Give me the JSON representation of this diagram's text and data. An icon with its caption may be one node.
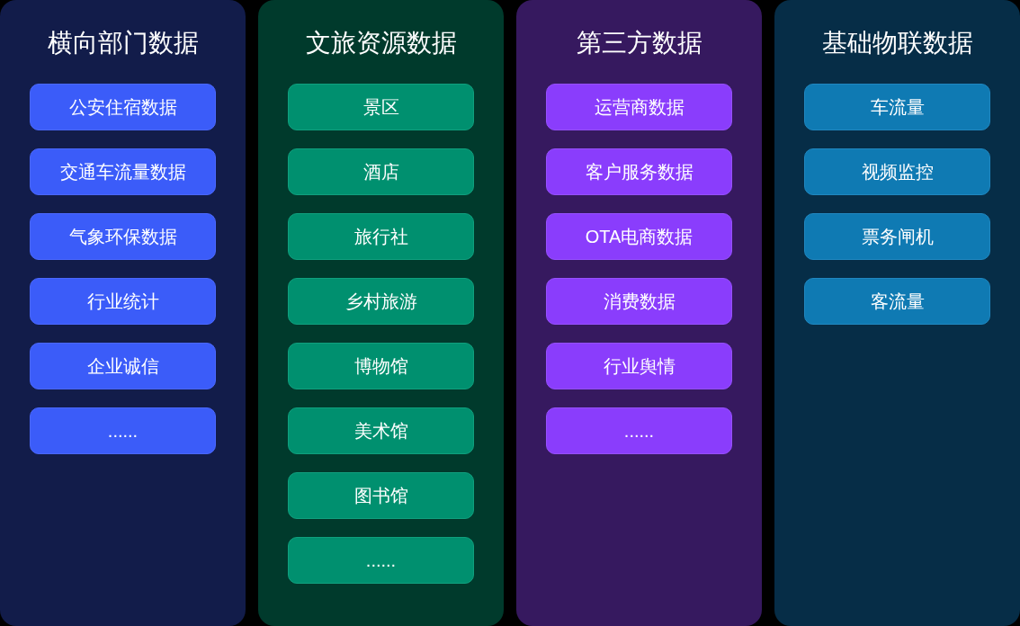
{
  "diagram": {
    "nodes": [
      {
        "text": [
          "横向部门数据"
        ]
      },
      {
        "text": [
          "公安住宿数据"
        ],
        "in": 0
      },
      {
        "text": [
          "交通车流量数据"
        ],
        "in": 0
      },
      {
        "text": [
          "气象环保数据"
        ],
        "in": 0
      },
      {
        "text": [
          "行业统计"
        ],
        "in": 0
      },
      {
        "text": [
          "企业诚信"
        ],
        "in": 0
      },
      {
        "text": [
          "......"
        ],
        "in": 0
      },
      {
        "text": [
          "文旅资源数据"
        ]
      },
      {
        "text": [
          "景区"
        ],
        "in": 7
      },
      {
        "text": [
          "酒店"
        ],
        "in": 7
      },
      {
        "text": [
          "旅行社"
        ],
        "in": 7
      },
      {
        "text": [
          "乡村旅游"
        ],
        "in": 7
      },
      {
        "text": [
          "博物馆"
        ],
        "in": 7
      },
      {
        "text": [
          "美术馆"
        ],
        "in": 7
      },
      {
        "text": [
          "图书馆"
        ],
        "in": 7
      },
      {
        "text": [
          "......"
        ],
        "in": 7
      },
      {
        "text": [
          "第三方数据"
        ]
      },
      {
        "text": [
          "运营商数据"
        ],
        "in": 16
      },
      {
        "text": [
          "客户服务数据"
        ],
        "in": 16
      },
      {
        "text": [
          "OTA电商数据"
        ],
        "in": 16
      },
      {
        "text": [
          "消费数据"
        ],
        "in": 16
      },
      {
        "text": [
          "行业舆情"
        ],
        "in": 16
      },
      {
        "text": [
          "......"
        ],
        "in": 16
      },
      {
        "text": [
          "基础物联数据"
        ]
      },
      {
        "text": [
          "车流量"
        ],
        "in": 23
      },
      {
        "text": [
          "视频监控"
        ],
        "in": 23
      },
      {
        "text": [
          "票务闸机"
        ],
        "in": 23
      },
      {
        "text": [
          "客流量"
        ],
        "in": 23
      }
    ],
    "edges": []
  }
}
